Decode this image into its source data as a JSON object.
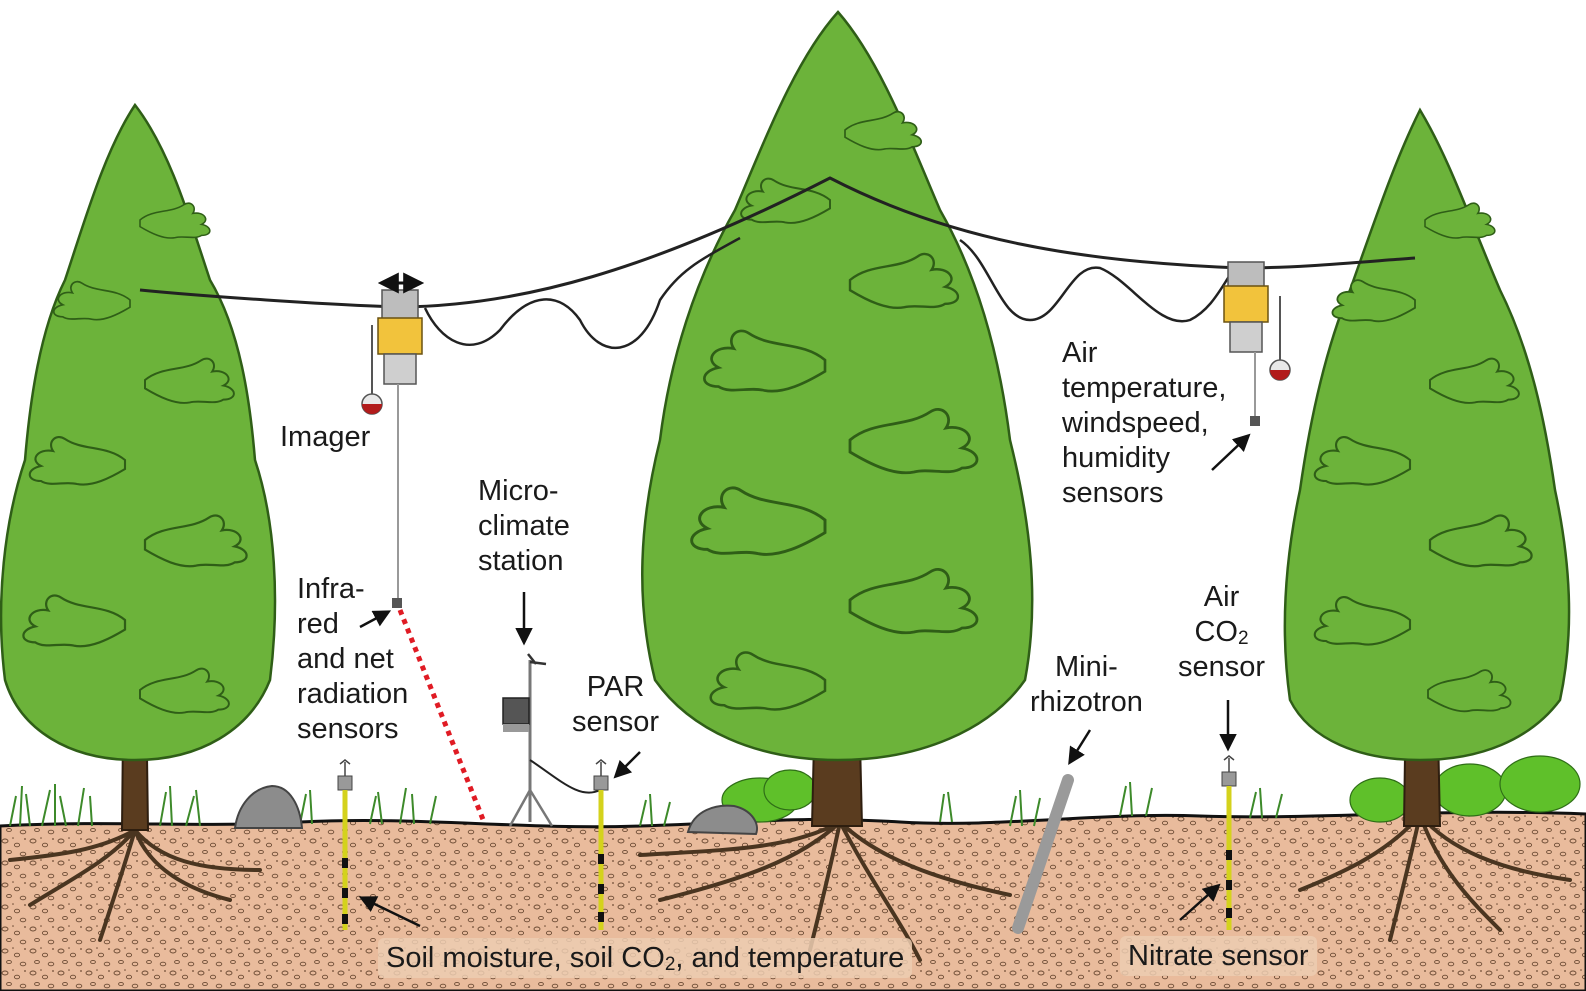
{
  "labels": {
    "imager": "Imager",
    "infrared": [
      "Infra-",
      "red",
      "and net",
      "radiation",
      "sensors"
    ],
    "microclimate": [
      "Micro-",
      "climate",
      "station"
    ],
    "par": [
      "PAR",
      "sensor"
    ],
    "air_temp": [
      "Air",
      "temperature,",
      "windspeed,",
      "humidity",
      "sensors"
    ],
    "minirhizotron": [
      "Mini-",
      "rhizotron"
    ],
    "air_co2": {
      "line1": "Air",
      "co2_main": "CO",
      "co2_sub": "2",
      "line3": "sensor"
    },
    "soil": {
      "pre": "Soil moisture, soil CO",
      "sub": "2",
      "post": ", and temperature"
    },
    "nitrate": "Nitrate sensor"
  },
  "colors": {
    "soil": "#e7b89a",
    "foliage": "#6cb33a",
    "foliage_dark": "#4a8f28",
    "trunk": "#5a3c1f",
    "sensor_pole": "#d4d21c",
    "laser": "#e01b24",
    "cable": "#222222",
    "rock": "#8c8c8c",
    "device_box": "#f2c33c"
  },
  "icons": [
    "tree-icon",
    "rock-icon",
    "sensor-pole-icon",
    "weather-station-icon",
    "imager-device-icon",
    "cable-icon",
    "arrow-icon",
    "double-arrow-icon"
  ]
}
